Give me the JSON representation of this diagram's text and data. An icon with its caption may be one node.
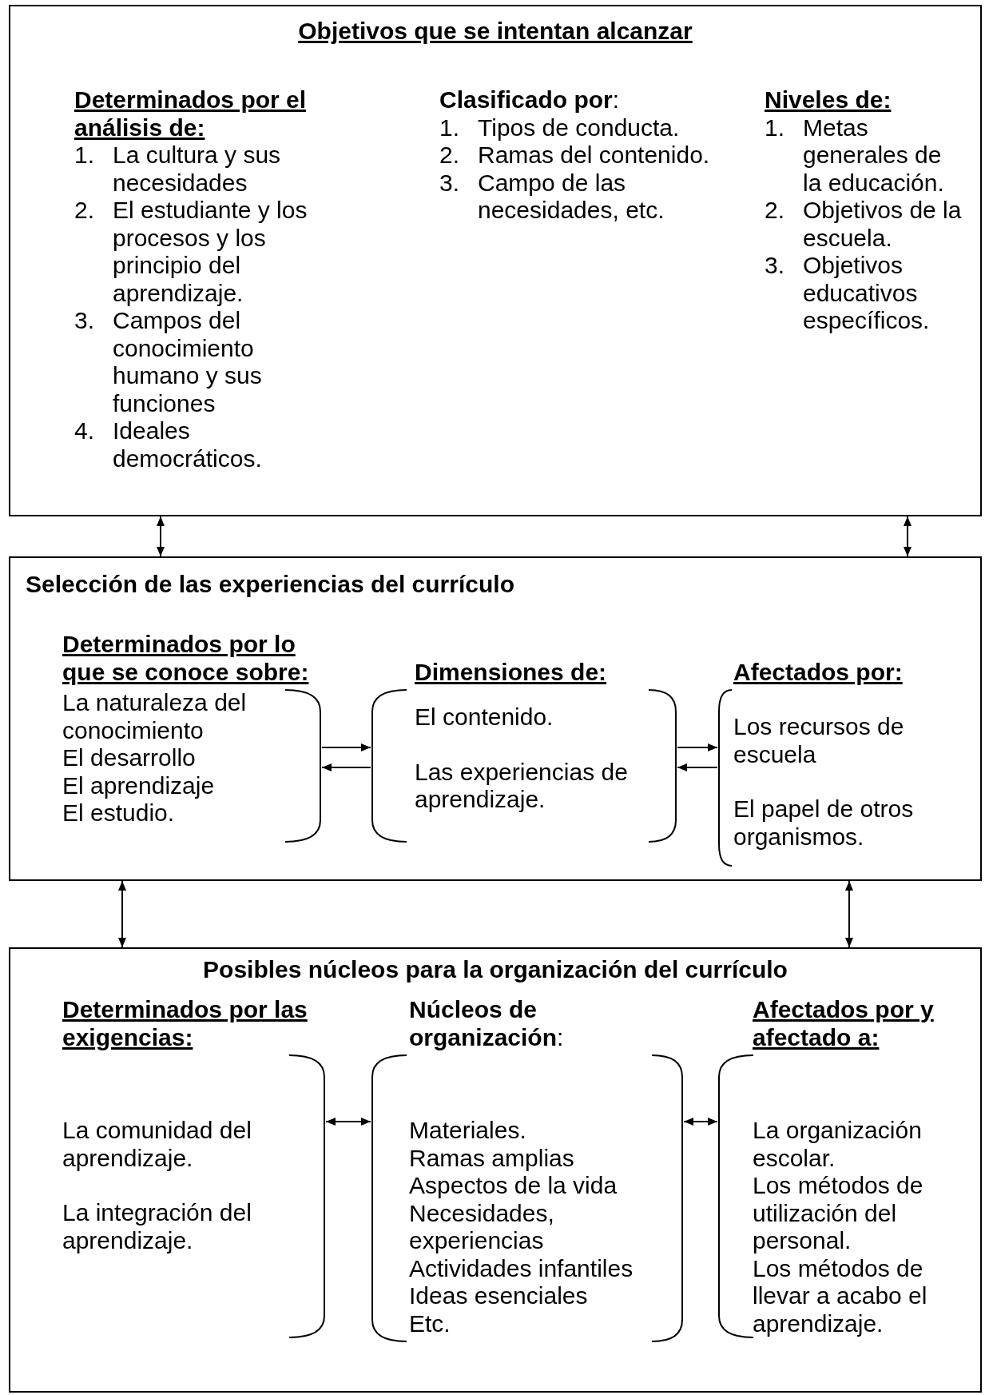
{
  "diagram": {
    "nodes": [
      {
        "text": [
          "Objetivos que se intentan alcanzar"
        ]
      },
      {
        "text": [
          "Determinados por el análisis de:",
          "1. La cultura y sus necesidades",
          "2. El estudiante y los procesos y los principio del aprendizaje.",
          "3. Campos del conocimiento humano y sus funciones",
          "4. Ideales democráticos."
        ],
        "in": 0
      },
      {
        "text": [
          "**Clasificado por**:",
          "1. Tipos de conducta.",
          "2. Ramas del contenido.",
          "3. Campo de las necesidades, etc."
        ],
        "in": 0
      },
      {
        "text": [
          "Niveles de:",
          "1. Metas generales de la educación.",
          "2. Objetivos de la escuela.",
          "3. Objetivos educativos específicos."
        ],
        "in": 0
      },
      {
        "text": [
          "Selección de las experiencias del currículo"
        ]
      },
      {
        "text": [
          "Determinados por lo que se conoce sobre:",
          "La naturaleza del conocimiento",
          "El desarrollo",
          "El aprendizaje",
          "El estudio."
        ],
        "in": 4
      },
      {
        "text": [
          "Dimensiones de:",
          "El contenido.",
          "Las experiencias de aprendizaje."
        ],
        "in": 4
      },
      {
        "text": [
          "Afectados por:",
          "Los recursos de escuela",
          "El papel de otros organismos."
        ],
        "in": 4
      },
      {
        "text": [
          "Posibles núcleos para la organización del currículo"
        ]
      },
      {
        "text": [
          "Determinados por las exigencias:",
          "La comunidad del aprendizaje.",
          "La integración del aprendizaje."
        ],
        "in": 8
      },
      {
        "text": [
          "**Núcleos de organización**:",
          "Materiales.",
          "Ramas amplias",
          "Aspectos de la vida",
          "Necesidades, experiencias",
          "Actividades infantiles",
          "Ideas esenciales",
          "Etc."
        ],
        "in": 8
      },
      {
        "text": [
          "Afectados por y afectado a:",
          "La organización escolar.",
          "Los métodos de utilización del personal.",
          "Los métodos de llevar a acabo el aprendizaje."
        ],
        "in": 8
      }
    ],
    "edges": [
      {
        "from": 0,
        "to": 4,
        "arrow": "both"
      },
      {
        "from": 0,
        "to": 4,
        "arrow": "both"
      },
      {
        "from": 4,
        "to": 8,
        "arrow": "both"
      },
      {
        "from": 4,
        "to": 8,
        "arrow": "both"
      },
      {
        "from": 5,
        "to": 6,
        "arrow": "to"
      },
      {
        "from": 6,
        "to": 5,
        "arrow": "to"
      },
      {
        "from": 6,
        "to": 7,
        "arrow": "to"
      },
      {
        "from": 7,
        "to": 6,
        "arrow": "to"
      },
      {
        "from": 9,
        "to": 10,
        "arrow": "both"
      },
      {
        "from": 10,
        "to": 11,
        "arrow": "both"
      }
    ]
  }
}
